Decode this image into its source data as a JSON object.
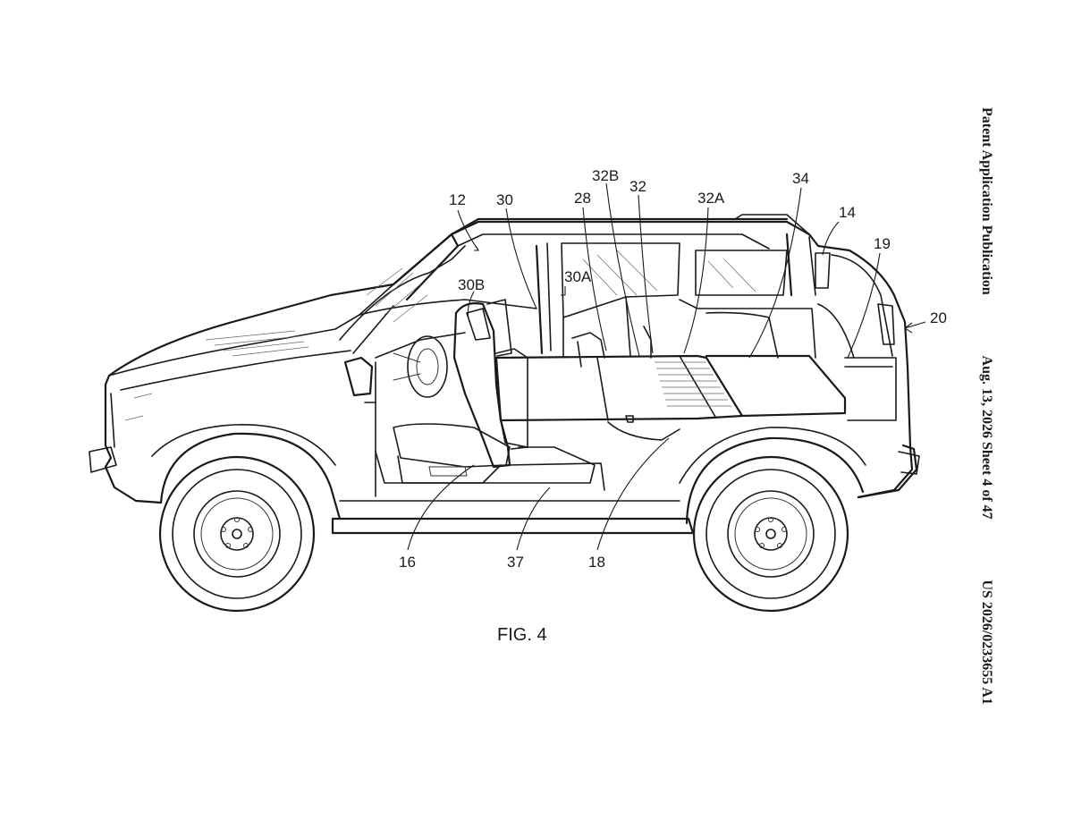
{
  "header": {
    "publication_type": "Patent Application Publication",
    "date_sheet": "Aug. 13, 2026  Sheet 4 of 47",
    "publication_number": "US 2026/0233655 A1"
  },
  "figure": {
    "label": "FIG. 4",
    "reference_numerals": {
      "r12": "12",
      "r30": "30",
      "r30B": "30B",
      "r30A": "30A",
      "r28": "28",
      "r32B": "32B",
      "r32": "32",
      "r32A": "32A",
      "r34": "34",
      "r14": "14",
      "r19": "19",
      "r20": "20",
      "r16": "16",
      "r37": "37",
      "r18": "18"
    }
  }
}
